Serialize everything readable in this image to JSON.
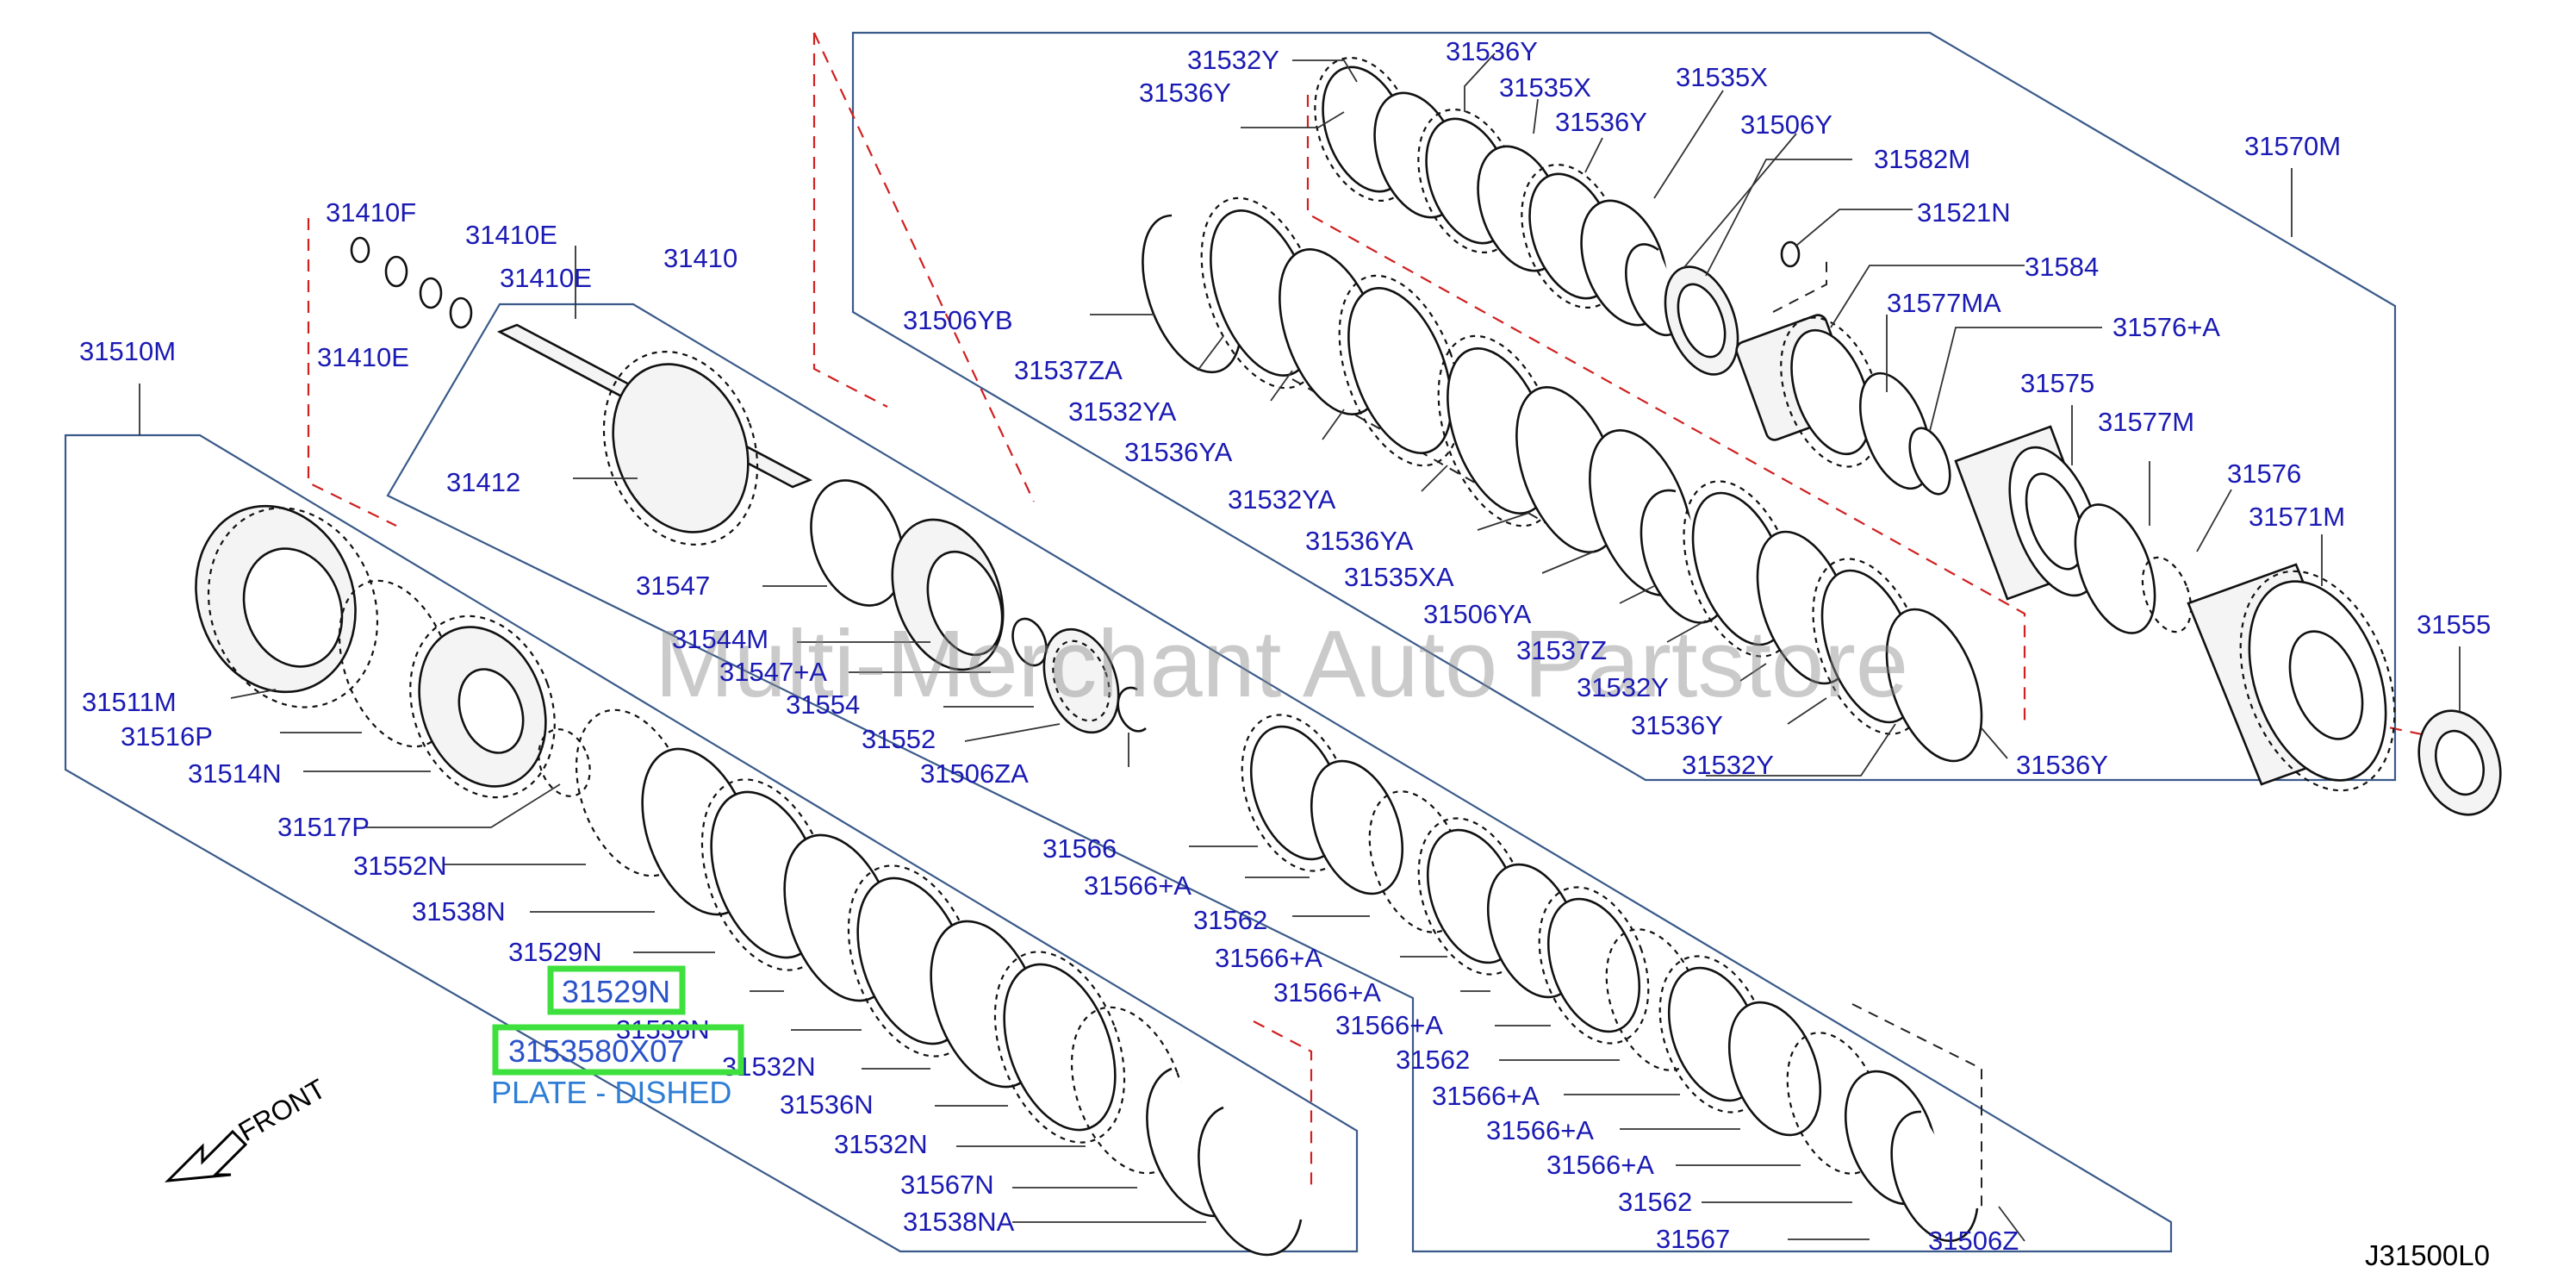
{
  "labels": [
    {
      "id": "31532Y-a",
      "text": "31532Y"
    },
    {
      "id": "31536Y-a",
      "text": "31536Y"
    },
    {
      "id": "31536Y-b",
      "text": "31536Y"
    },
    {
      "id": "31535X-a",
      "text": "31535X"
    },
    {
      "id": "31535X-b",
      "text": "31535X"
    },
    {
      "id": "31536Y-c",
      "text": "31536Y"
    },
    {
      "id": "31506Y",
      "text": "31506Y"
    },
    {
      "id": "31582M",
      "text": "31582M"
    },
    {
      "id": "31570M",
      "text": "31570M"
    },
    {
      "id": "31521N",
      "text": "31521N"
    },
    {
      "id": "31584",
      "text": "31584"
    },
    {
      "id": "31577MA",
      "text": "31577MA"
    },
    {
      "id": "31576+A",
      "text": "31576+A"
    },
    {
      "id": "31575",
      "text": "31575"
    },
    {
      "id": "31577M",
      "text": "31577M"
    },
    {
      "id": "31576",
      "text": "31576"
    },
    {
      "id": "31571M",
      "text": "31571M"
    },
    {
      "id": "31555",
      "text": "31555"
    },
    {
      "id": "31506YB",
      "text": "31506YB"
    },
    {
      "id": "31537ZA",
      "text": "31537ZA"
    },
    {
      "id": "31532YA-a",
      "text": "31532YA"
    },
    {
      "id": "31536YA-a",
      "text": "31536YA"
    },
    {
      "id": "31532YA-b",
      "text": "31532YA"
    },
    {
      "id": "31536YA-b",
      "text": "31536YA"
    },
    {
      "id": "31535XA",
      "text": "31535XA"
    },
    {
      "id": "31506YA",
      "text": "31506YA"
    },
    {
      "id": "31537Z",
      "text": "31537Z"
    },
    {
      "id": "31532Y-b",
      "text": "31532Y"
    },
    {
      "id": "31536Y-d",
      "text": "31536Y"
    },
    {
      "id": "31532Y-c",
      "text": "31532Y"
    },
    {
      "id": "31536Y-e",
      "text": "31536Y"
    },
    {
      "id": "31410F",
      "text": "31410F"
    },
    {
      "id": "31410E-a",
      "text": "31410E"
    },
    {
      "id": "31410E-b",
      "text": "31410E"
    },
    {
      "id": "31410",
      "text": "31410"
    },
    {
      "id": "31410E-c",
      "text": "31410E"
    },
    {
      "id": "31510M",
      "text": "31510M"
    },
    {
      "id": "31412",
      "text": "31412"
    },
    {
      "id": "31547",
      "text": "31547"
    },
    {
      "id": "31544M",
      "text": "31544M"
    },
    {
      "id": "31547+A",
      "text": "31547+A"
    },
    {
      "id": "31554",
      "text": "31554"
    },
    {
      "id": "31552",
      "text": "31552"
    },
    {
      "id": "31506ZA",
      "text": "31506ZA"
    },
    {
      "id": "31511M",
      "text": "31511M"
    },
    {
      "id": "31516P",
      "text": "31516P"
    },
    {
      "id": "31514N",
      "text": "31514N"
    },
    {
      "id": "31517P",
      "text": "31517P"
    },
    {
      "id": "31552N",
      "text": "31552N"
    },
    {
      "id": "31538N",
      "text": "31538N"
    },
    {
      "id": "31529N",
      "text": "31529N"
    },
    {
      "id": "31536N-a",
      "text": "31536N"
    },
    {
      "id": "31532N-a",
      "text": "31532N"
    },
    {
      "id": "31536N-b",
      "text": "31536N"
    },
    {
      "id": "31532N-b",
      "text": "31532N"
    },
    {
      "id": "31567N",
      "text": "31567N"
    },
    {
      "id": "31538NA",
      "text": "31538NA"
    },
    {
      "id": "31566",
      "text": "31566"
    },
    {
      "id": "31566+A-a",
      "text": "31566+A"
    },
    {
      "id": "31562-a",
      "text": "31562"
    },
    {
      "id": "31566+A-b",
      "text": "31566+A"
    },
    {
      "id": "31566+A-c",
      "text": "31566+A"
    },
    {
      "id": "31566+A-d",
      "text": "31566+A"
    },
    {
      "id": "31562-b",
      "text": "31562"
    },
    {
      "id": "31566+A-e",
      "text": "31566+A"
    },
    {
      "id": "31566+A-f",
      "text": "31566+A"
    },
    {
      "id": "31566+A-g",
      "text": "31566+A"
    },
    {
      "id": "31562-c",
      "text": "31562"
    },
    {
      "id": "31567",
      "text": "31567"
    },
    {
      "id": "31506Z",
      "text": "31506Z"
    }
  ],
  "highlight": {
    "part_number": "31529N",
    "part_code": "3153580X07",
    "description": "PLATE - DISHED"
  },
  "front_label": "FRONT",
  "diagram_code": "J31500L0",
  "watermark": "Multi-Merchant Auto Partstore",
  "colors": {
    "label": "#1a1ab4",
    "highlight_box": "#3ee03e",
    "description": "#2e7ed6",
    "frame": "#3a5a8a",
    "dashed": "#d02020"
  }
}
